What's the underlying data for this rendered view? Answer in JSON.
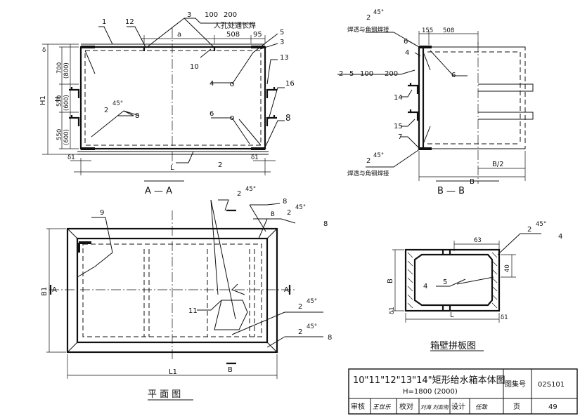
{
  "views": {
    "section_aa": {
      "title": "A — A",
      "labels": {
        "n1": "1",
        "n12": "12",
        "weld_top_a": "3",
        "weld_top_b": "100",
        "weld_top_c": "200",
        "manhole_note": "人孔处通长焊",
        "a": "a",
        "dim508": "508",
        "dim95": "95",
        "n5": "5",
        "n3": "3",
        "n13": "13",
        "n10": "10",
        "n4": "4",
        "n16": "16",
        "n6": "6",
        "n8": "8",
        "n2": "2",
        "weld_l_num": "2",
        "weld_l_ang": "45°",
        "weld_l_ref": "8",
        "delta": "δ",
        "delta1_l": "δ1",
        "delta1_r": "δ1",
        "H1": "H1",
        "H": "H",
        "d700": "700",
        "d800": "(800)",
        "d550a": "550",
        "d600a": "(600)",
        "d550b": "550",
        "d600b": "(600)",
        "L": "L"
      }
    },
    "section_bb": {
      "title": "B — B",
      "labels": {
        "weld_top_num": "2",
        "weld_top_ang": "45°",
        "weld_top_note": "焊透与角钢焊接",
        "d155": "155",
        "d508": "508",
        "n6a": "6",
        "n4": "4",
        "n6b": "6",
        "weld_l_a": "2",
        "weld_l_b": "5",
        "weld_l_c": "100",
        "weld_l_d": "200",
        "n14": "14",
        "n15": "15",
        "n7": "7",
        "weld_bot_num": "2",
        "weld_bot_ang": "45°",
        "weld_bot_note": "焊透与角钢焊接",
        "B": "B",
        "B2": "B/2"
      }
    },
    "plan": {
      "title": "平 面 图",
      "labels": {
        "n9": "9",
        "w1_num": "2",
        "w1_ang": "45°",
        "w1_ref": "8",
        "w2_sec": "B",
        "w2_num": "2",
        "w2_ang": "45°",
        "w2_ref": "8",
        "n11": "11",
        "w3_num": "2",
        "w3_ang": "45°",
        "w4_num": "2",
        "w4_ang": "45°",
        "w4_ref": "8",
        "A_left": "A",
        "A_right": "A",
        "B_bot": "B",
        "B1": "B1",
        "L1": "L1"
      }
    },
    "panel": {
      "title": "箱壁拼板图",
      "labels": {
        "d63": "63",
        "weld_num": "2",
        "weld_ang": "45°",
        "weld_ref": "4",
        "d40": "40",
        "n4": "4",
        "n5": "5",
        "B": "B",
        "delta1": "δ1",
        "L": "L",
        "delta1_r": "δ1"
      }
    }
  },
  "title_block": {
    "drawing_title": "10\"11\"12\"13\"14\"矩形给水箱本体图",
    "subtitle": "H=1800 (2000)",
    "atlas_label": "图集号",
    "atlas_no": "02S101",
    "review_label": "审核",
    "review_sig": "王世乐",
    "check_label": "校对",
    "check_sig": "刘海 刘亚南",
    "design_label": "设计",
    "design_sig": "任致",
    "page_label": "页",
    "page_no": "49"
  }
}
